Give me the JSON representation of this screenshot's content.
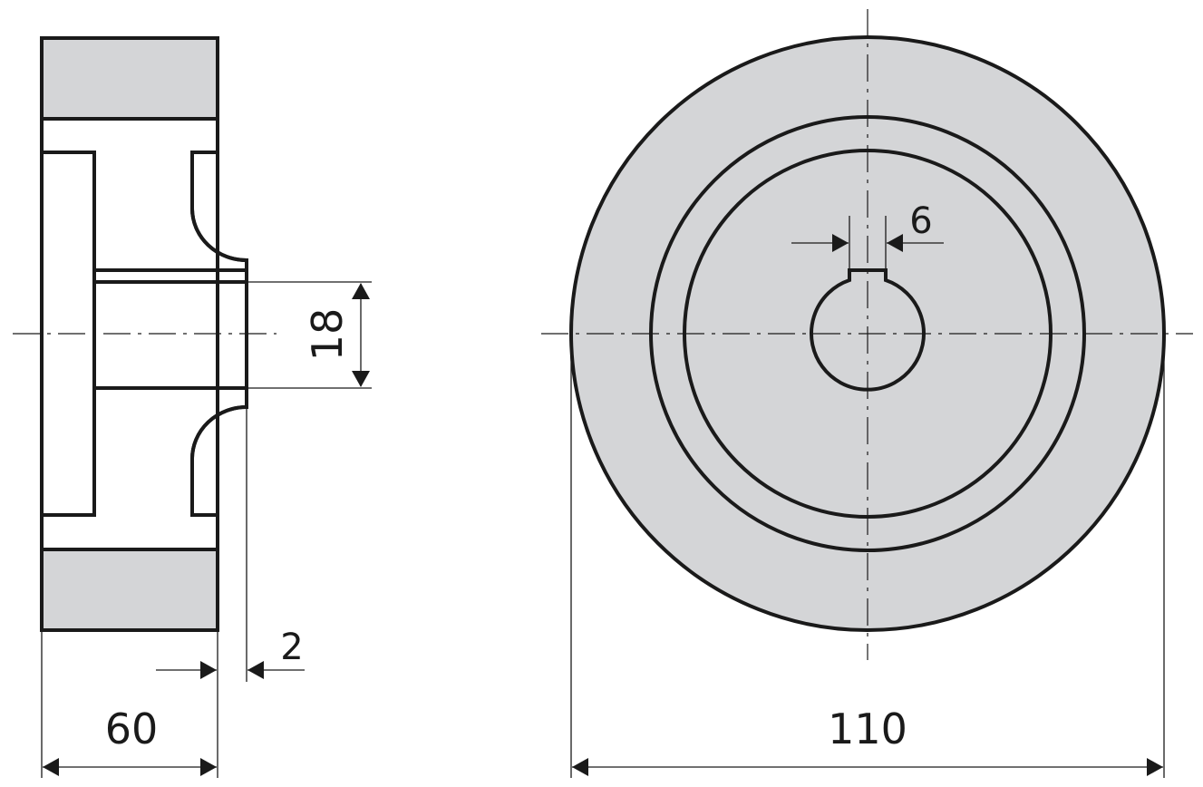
{
  "drawing": {
    "side_view": {
      "dimensions": {
        "width": "60",
        "bore": "18",
        "hub_offset": "2"
      }
    },
    "front_view": {
      "dimensions": {
        "outer_diameter": "110",
        "keyway_width": "6"
      }
    }
  },
  "colors": {
    "rim_fill": "#d4d5d7",
    "line": "#1a1a1a"
  }
}
